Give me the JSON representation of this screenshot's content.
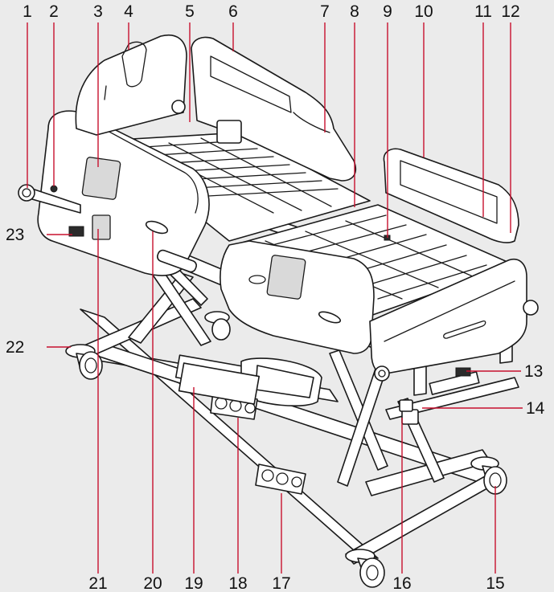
{
  "callouts": {
    "c1": "1",
    "c2": "2",
    "c3": "3",
    "c4": "4",
    "c5": "5",
    "c6": "6",
    "c7": "7",
    "c8": "8",
    "c9": "9",
    "c10": "10",
    "c11": "11",
    "c12": "12",
    "c13": "13",
    "c14": "14",
    "c15": "15",
    "c16": "16",
    "c17": "17",
    "c18": "18",
    "c19": "19",
    "c20": "20",
    "c21": "21",
    "c22": "22",
    "c23": "23"
  },
  "colors": {
    "background": "#ebebeb",
    "leader_line": "#c8102e",
    "line_art": "#1a1a1a"
  }
}
